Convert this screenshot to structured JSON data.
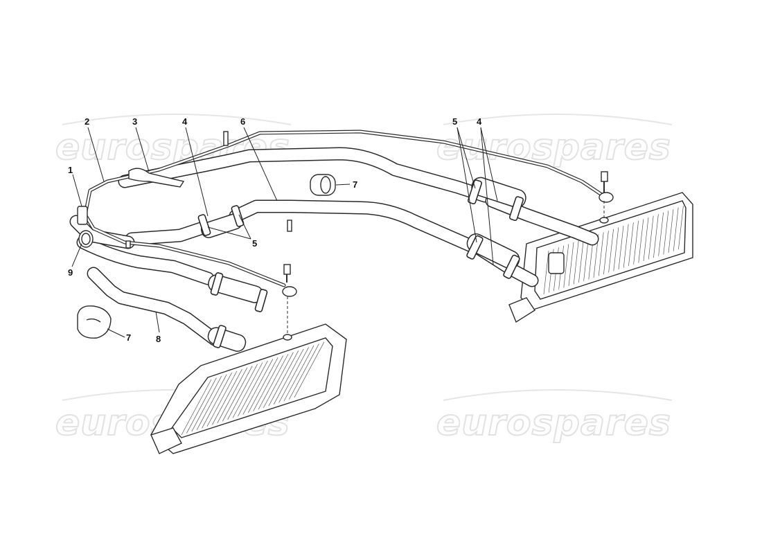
{
  "watermark": {
    "text": "eurospares",
    "color": "#e2e2e2"
  },
  "callouts": {
    "c1": "1",
    "c2": "2",
    "c3": "3",
    "c4_left": "4",
    "c6": "6",
    "c7_top": "7",
    "c5_left": "5",
    "c9": "9",
    "c7_bottom": "7",
    "c8": "8",
    "c5_right": "5",
    "c4_right": "4"
  },
  "colors": {
    "line": "#2a2a2a",
    "background": "#ffffff"
  }
}
